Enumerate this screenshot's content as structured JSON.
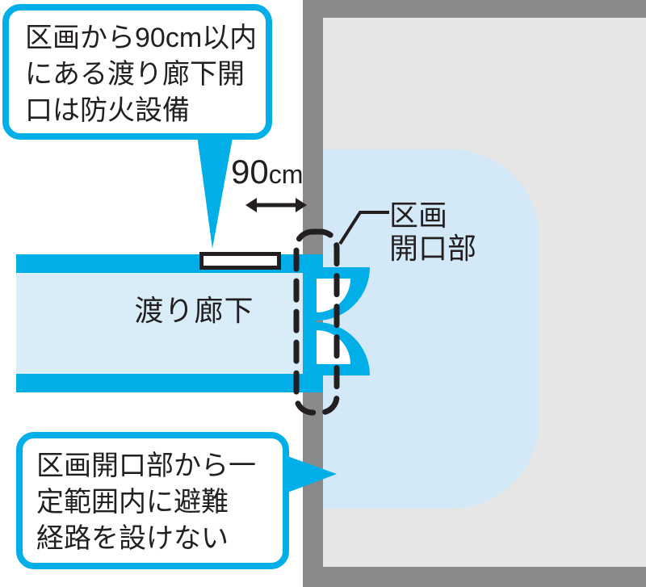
{
  "colors": {
    "accent_cyan": "#00AEE8",
    "corridor_fill": "#D9EDF9",
    "region_fill": "#D4E9F7",
    "wall_gray": "#8A8A8A",
    "building_gray": "#E6E6E5",
    "ink": "#231F20"
  },
  "callouts": {
    "top": {
      "lines": [
        "区画から90cm以内",
        "にある渡り廊下開",
        "口は防火設備"
      ]
    },
    "bottom": {
      "lines": [
        "区画開口部から一",
        "定範囲内に避難",
        "経路を設けない"
      ]
    }
  },
  "labels": {
    "corridor": "渡り廊下",
    "compartment_opening_line1": "区画",
    "compartment_opening_line2": "開口部",
    "dimension_value": "90",
    "dimension_unit": "cm"
  }
}
